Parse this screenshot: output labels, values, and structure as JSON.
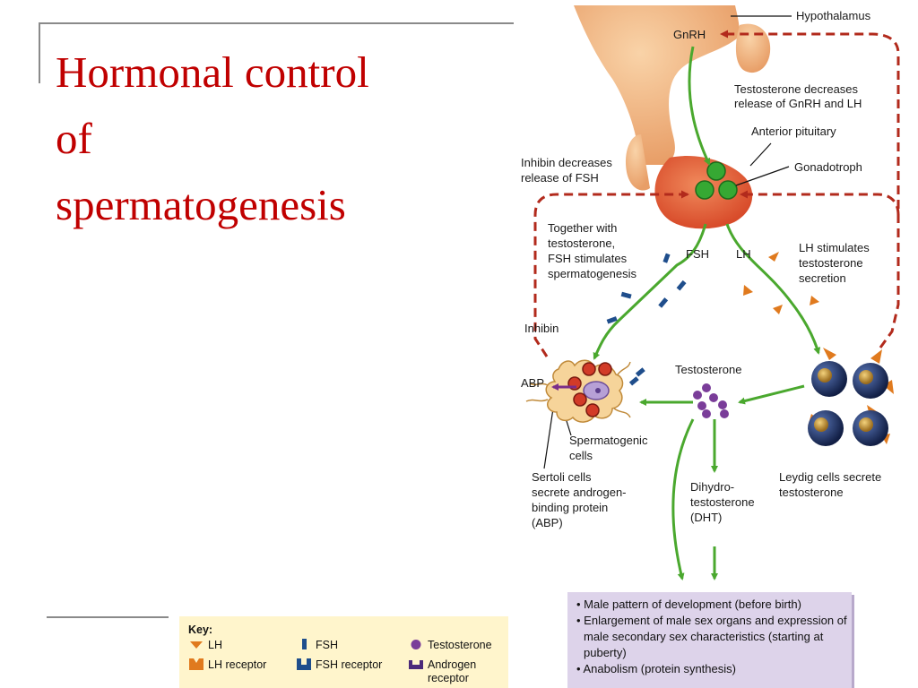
{
  "title": {
    "lines": [
      "Hormonal control",
      "of",
      "spermatogenesis"
    ]
  },
  "diagram": {
    "labels": {
      "hypothalamus": "Hypothalamus",
      "gnrh": "GnRH",
      "testosterone_feedback_1": "Testosterone decreases",
      "testosterone_feedback_2": "release of GnRH and LH",
      "anterior_pituitary": "Anterior pituitary",
      "gonadotroph": "Gonadotroph",
      "inhibin_feedback_1": "Inhibin decreases",
      "inhibin_feedback_2": "release of FSH",
      "fsh_stimulates_1": "Together with",
      "fsh_stimulates_2": "testosterone,",
      "fsh_stimulates_3": "FSH stimulates",
      "fsh_stimulates_4": "spermatogenesis",
      "fsh": "FSH",
      "lh": "LH",
      "lh_stimulates_1": "LH stimulates",
      "lh_stimulates_2": "testosterone",
      "lh_stimulates_3": "secretion",
      "inhibin": "Inhibin",
      "abp": "ABP",
      "testosterone": "Testosterone",
      "spermatogenic_1": "Spermatogenic",
      "spermatogenic_2": "cells",
      "sertoli_1": "Sertoli cells",
      "sertoli_2": "secrete androgen-",
      "sertoli_3": "binding protein",
      "sertoli_4": "(ABP)",
      "dht_1": "Dihydro-",
      "dht_2": "testosterone",
      "dht_3": "(DHT)",
      "leydig_1": "Leydig cells secrete",
      "leydig_2": "testosterone"
    },
    "colors": {
      "hormone_arrow": "#4aa82e",
      "feedback_arrow": "#b22a1c",
      "pituitary": "#e2653e",
      "hypothalamus": "#f2b98a",
      "gonadotroph": "#36a833",
      "testosterone_dot": "#7a3d99",
      "lh_marker": "#e07a1e",
      "fsh_marker": "#1f4e8c",
      "leydig_cell": "#1c2d5c",
      "sertoli_cell": "#f6d49a",
      "abp_arrow": "#7a2d8a"
    }
  },
  "effects": {
    "items": [
      "Male pattern of development (before birth)",
      "Enlargement of male sex organs and expression of male secondary sex characteristics (starting at puberty)",
      "Anabolism (protein synthesis)"
    ],
    "colors": {
      "background": "#ddd3ea",
      "shadow": "#b8a9cb"
    }
  },
  "key": {
    "title": "Key:",
    "items": {
      "lh": "LH",
      "lh_receptor": "LH receptor",
      "fsh": "FSH",
      "fsh_receptor": "FSH receptor",
      "testosterone": "Testosterone",
      "androgen_receptor_1": "Androgen",
      "androgen_receptor_2": "receptor"
    },
    "colors": {
      "background": "#fff5cc"
    }
  }
}
